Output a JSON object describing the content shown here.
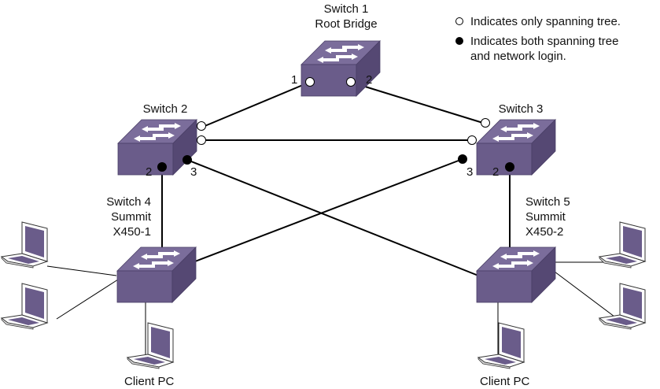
{
  "colors": {
    "switch_face": "#6a5c8a",
    "switch_top": "#7b6d9b",
    "switch_side": "#554873",
    "line": "#000000",
    "background": "#ffffff"
  },
  "legend": {
    "open": "Indicates only spanning tree.",
    "filled_line1": "Indicates both spanning tree",
    "filled_line2": "and network login."
  },
  "switches": {
    "s1": {
      "line1": "Switch 1",
      "line2": "Root Bridge"
    },
    "s2": {
      "line1": "Switch 2"
    },
    "s3": {
      "line1": "Switch 3"
    },
    "s4": {
      "line1": "Switch 4",
      "line2": "Summit",
      "line3": "X450-1"
    },
    "s5": {
      "line1": "Switch 5",
      "line2": "Summit",
      "line3": "X450-2"
    }
  },
  "ports": {
    "s1_p1": "1",
    "s1_p2": "2",
    "s2_p2": "2",
    "s2_p3": "3",
    "s3_p3": "3",
    "s3_p2": "2"
  },
  "clients": {
    "left": "Client PC",
    "right": "Client PC"
  },
  "connections": [
    {
      "from": "Switch 1 port 1",
      "to": "Switch 2",
      "type": "spanning-tree"
    },
    {
      "from": "Switch 1 port 2",
      "to": "Switch 3",
      "type": "spanning-tree"
    },
    {
      "from": "Switch 2",
      "to": "Switch 3",
      "type": "spanning-tree"
    },
    {
      "from": "Switch 2 port 2",
      "to": "Switch 4",
      "type": "spanning-tree+netlogin"
    },
    {
      "from": "Switch 2 port 3",
      "to": "Switch 5",
      "type": "spanning-tree+netlogin"
    },
    {
      "from": "Switch 3 port 3",
      "to": "Switch 4",
      "type": "spanning-tree+netlogin"
    },
    {
      "from": "Switch 3 port 2",
      "to": "Switch 5",
      "type": "spanning-tree+netlogin"
    }
  ]
}
